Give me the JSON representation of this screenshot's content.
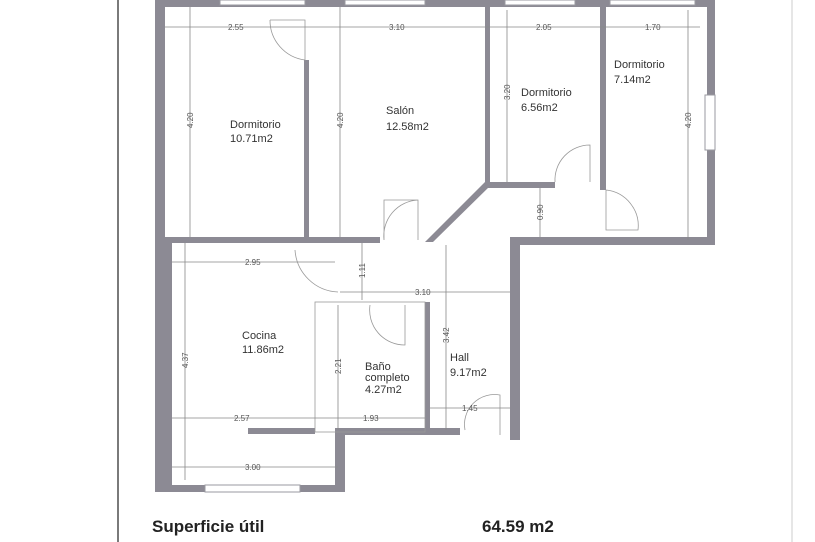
{
  "rooms": [
    {
      "name": "Dormitorio",
      "area": "10.71m2"
    },
    {
      "name": "Salón",
      "area": "12.58m2"
    },
    {
      "name": "Dormitorio",
      "area": "6.56m2"
    },
    {
      "name": "Dormitorio",
      "area": "7.14m2"
    },
    {
      "name": "Cocina",
      "area": "11.86m2"
    },
    {
      "name": "Baño",
      "name2": "completo",
      "area": "4.27m2"
    },
    {
      "name": "Hall",
      "area": "9.17m2"
    }
  ],
  "dimensions": [
    "2.55",
    "3.10",
    "2.05",
    "1.70",
    "4.20",
    "4.20",
    "3.20",
    "4.20",
    "0.90",
    "2.95",
    "1.11",
    "3.10",
    "4.37",
    "2.21",
    "3.42",
    "2.57",
    "1.93",
    "1.45",
    "3.00"
  ],
  "footer": {
    "label": "Superficie útil",
    "value": "64.59 m2"
  }
}
